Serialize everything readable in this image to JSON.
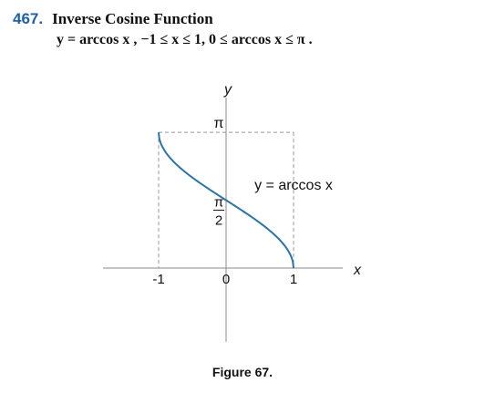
{
  "header": {
    "number": "467.",
    "title": "Inverse Cosine Function",
    "formula": "y = arccos x ,  −1 ≤ x ≤ 1,  0 ≤ arccos x ≤ π ."
  },
  "colors": {
    "curve": "#2a74a8",
    "number": "#1f5fa8",
    "axis": "#888888",
    "dash": "#999999"
  },
  "chart_data": {
    "type": "line",
    "function": "y = arccos x",
    "domain": [
      -1,
      1
    ],
    "range": [
      0,
      3.14159
    ],
    "xlabel": "x",
    "ylabel": "y",
    "x_ticks": [
      {
        "value": -1,
        "label": "-1"
      },
      {
        "value": 0,
        "label": "0"
      },
      {
        "value": 1,
        "label": "1"
      }
    ],
    "y_ticks": [
      {
        "value": 3.14159,
        "label": "π"
      },
      {
        "value": 1.5708,
        "label_num": "π",
        "label_den": "2"
      }
    ],
    "curve_label": "y = arccos x",
    "series": [
      {
        "x": [
          -1,
          -0.9,
          -0.8,
          -0.6,
          -0.4,
          -0.2,
          0,
          0.2,
          0.4,
          0.6,
          0.8,
          0.9,
          1
        ],
        "y": [
          3.1416,
          2.6906,
          2.4981,
          2.2143,
          1.9823,
          1.7722,
          1.5708,
          1.3694,
          1.1593,
          0.9273,
          0.6435,
          0.451,
          0
        ]
      }
    ],
    "dashed_guides": true
  },
  "caption": "Figure 67."
}
